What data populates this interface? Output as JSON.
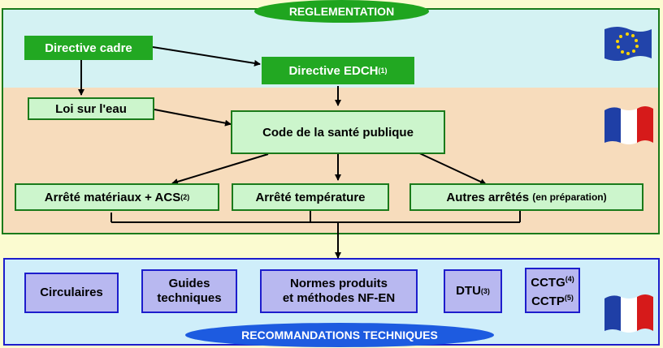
{
  "regulation": {
    "title": "REGLEMENTATION",
    "directive_cadre": "Directive cadre",
    "directive_edch": "Directive EDCH",
    "directive_edch_note": "(1)",
    "loi_eau": "Loi sur l'eau",
    "code_sante": "Code de la santé publique",
    "arrete_materiaux": "Arrêté matériaux + ACS",
    "arrete_materiaux_note": "(2)",
    "arrete_temperature": "Arrêté température",
    "autres_arretes": "Autres arrêtés",
    "autres_arretes_note": "(en préparation)"
  },
  "recommendations": {
    "title": "RECOMMANDATIONS TECHNIQUES",
    "circulaires": "Circulaires",
    "guides_line1": "Guides",
    "guides_line2": "techniques",
    "normes_line1": "Normes produits",
    "normes_line2": "et méthodes NF-EN",
    "dtu": "DTU",
    "dtu_note": "(3)",
    "cctg": "CCTG",
    "cctg_note": "(4)",
    "cctp": "CCTP",
    "cctp_note": "(5)"
  },
  "flags": {
    "eu": "eu-flag-icon",
    "france": "france-flag-icon"
  },
  "colors": {
    "green": "#22a822",
    "light_green": "#ccf5cc",
    "blue": "#1d5be0",
    "box_blue": "#b8b8f0"
  }
}
